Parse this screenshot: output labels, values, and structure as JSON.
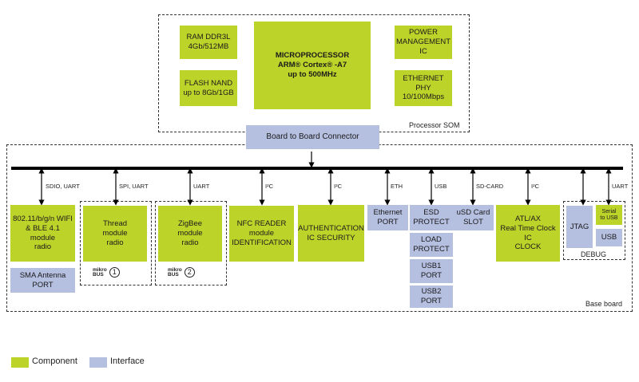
{
  "som": {
    "label": "Processor SOM",
    "ram": "RAM DDR3L\n4Gb/512MB",
    "flash": "FLASH NAND\nup to 8Gb/1GB",
    "cpu_line1": "MICROPROCESSOR",
    "cpu_line2": "ARM® Cortex® -A7",
    "cpu_line3": "up to 500MHz",
    "pmic": "POWER\nMANAGEMENT\nIC",
    "phy": "ETHERNET\nPHY\n10/100Mbps"
  },
  "connector": "Board to Board Connector",
  "base_label": "Base board",
  "bus_labels": [
    "SDIO, UART",
    "SPI, UART",
    "UART",
    "I²C",
    "I²C",
    "ETH",
    "USB",
    "SD-CARD",
    "I²C",
    "UART"
  ],
  "blocks": {
    "wifi": "802.11/b/g/n WIFI\n& BLE 4.1\nmodule\nradio",
    "sma": "SMA Antenna\nPORT",
    "thread": "Thread\nmodule\nradio",
    "zigbee": "ZigBee\nmodule\nradio",
    "nfc": "NFC READER\nmodule\nIDENTIFICATION",
    "auth": "AUTHENTICATION\nIC  SECURITY",
    "ethernet": "Ethernet\nPORT",
    "esd": "ESD\nPROTECT",
    "load": "LOAD\nPROTECT",
    "usb1": "USB1\nPORT",
    "usb2": "USB2\nPORT",
    "usd": "uSD Card\nSLOT",
    "rtc": "ATL/AX\nReal Time Clock\nIC\nCLOCK",
    "jtag": "JTAG",
    "serial": "Serial\nto USB",
    "usb": "USB",
    "debug": "DEBUG"
  },
  "mikrobus": {
    "brand": "mikro\nBUS",
    "slot1": "1",
    "slot2": "2"
  },
  "legend": {
    "component": "Component",
    "interface": "Interface",
    "component_color": "#bcd42a",
    "interface_color": "#b5bfe0"
  }
}
